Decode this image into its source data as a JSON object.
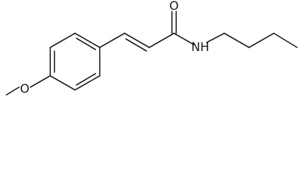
{
  "molecule": {
    "atoms": {
      "carbonyl_oxygen": "O",
      "amide_nitrogen": "NH",
      "ether_oxygen": "O"
    }
  },
  "colors": {
    "bond": "#1a1a1a",
    "background": "#ffffff"
  }
}
